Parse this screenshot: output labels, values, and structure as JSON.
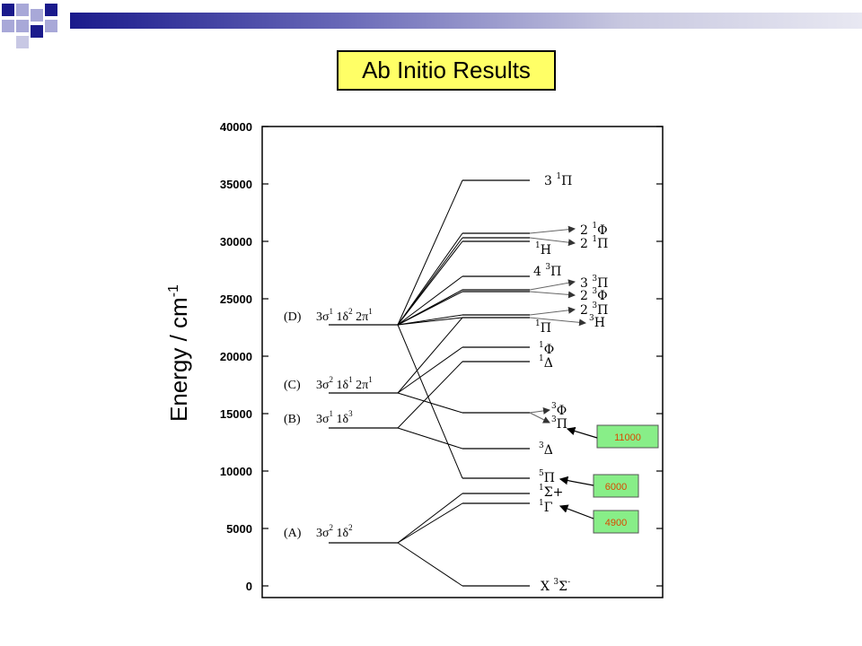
{
  "slide": {
    "title": "Ab Initio Results"
  },
  "decor": {
    "topbar_colors": [
      "#1a1a8c",
      "#e8e8f2"
    ],
    "square_color": "#1a1a8c",
    "square_light": "#a8a8d8"
  },
  "axis": {
    "ylabel": "Energy / cm",
    "ylabel_exp": "-1",
    "ticks": [
      0,
      5000,
      10000,
      15000,
      20000,
      25000,
      30000,
      35000,
      40000
    ]
  },
  "configs": [
    {
      "id": "D",
      "label": "(D)",
      "text": "3σ",
      "sup1": "1",
      "mid": " 1δ",
      "sup2": "2",
      "end": " 2π",
      "sup3": "1"
    },
    {
      "id": "C",
      "label": "(C)",
      "text": "3σ",
      "sup1": "2",
      "mid": " 1δ",
      "sup2": "1",
      "end": " 2π",
      "sup3": "1"
    },
    {
      "id": "B",
      "label": "(B)",
      "text": "3σ",
      "sup1": "1",
      "mid": " 1δ",
      "sup2": "3",
      "end": "",
      "sup3": ""
    },
    {
      "id": "A",
      "label": "(A)",
      "text": "3σ",
      "sup1": "2",
      "mid": " 1δ",
      "sup2": "2",
      "end": "",
      "sup3": ""
    }
  ],
  "states": [
    {
      "name": "3 ¹Π",
      "pre": "3 ",
      "mult": "1",
      "sym": "Π"
    },
    {
      "name": "2 ¹Φ",
      "pre": "2 ",
      "mult": "1",
      "sym": "Φ"
    },
    {
      "name": "2 ¹Π",
      "pre": "2 ",
      "mult": "1",
      "sym": "Π"
    },
    {
      "name": "¹H",
      "pre": "",
      "mult": "1",
      "sym": "H"
    },
    {
      "name": "4 ³Π",
      "pre": "4 ",
      "mult": "3",
      "sym": "Π"
    },
    {
      "name": "3 ³Π",
      "pre": "3 ",
      "mult": "3",
      "sym": "Π"
    },
    {
      "name": "2 ³Φ",
      "pre": "2 ",
      "mult": "3",
      "sym": "Φ"
    },
    {
      "name": "2 ³Π",
      "pre": "2 ",
      "mult": "3",
      "sym": "Π"
    },
    {
      "name": "¹Π",
      "pre": "",
      "mult": "1",
      "sym": "Π"
    },
    {
      "name": "³H",
      "pre": "",
      "mult": "3",
      "sym": "H"
    },
    {
      "name": "¹Φ",
      "pre": "",
      "mult": "1",
      "sym": "Φ"
    },
    {
      "name": "¹Δ",
      "pre": "",
      "mult": "1",
      "sym": "Δ"
    },
    {
      "name": "³Φ",
      "pre": "",
      "mult": "3",
      "sym": "Φ"
    },
    {
      "name": "³Π",
      "pre": "",
      "mult": "3",
      "sym": "Π"
    },
    {
      "name": "³Δ",
      "pre": "",
      "mult": "3",
      "sym": "Δ"
    },
    {
      "name": "⁵Π",
      "pre": "",
      "mult": "5",
      "sym": "Π"
    },
    {
      "name": "¹Σ+",
      "pre": "",
      "mult": "1",
      "sym": "Σ+"
    },
    {
      "name": "¹Γ",
      "pre": "",
      "mult": "1",
      "sym": "Γ"
    },
    {
      "name": "X ³Σ⁻",
      "pre": "X ",
      "mult": "3",
      "sym": "Σ",
      "sup_after": "-"
    }
  ],
  "annotations": [
    {
      "label": "11000",
      "color": "#d94a00",
      "fill": "#88ee88"
    },
    {
      "label": "6000",
      "color": "#d94a00",
      "fill": "#88ee88"
    },
    {
      "label": "4900",
      "color": "#d94a00",
      "fill": "#88ee88"
    }
  ]
}
